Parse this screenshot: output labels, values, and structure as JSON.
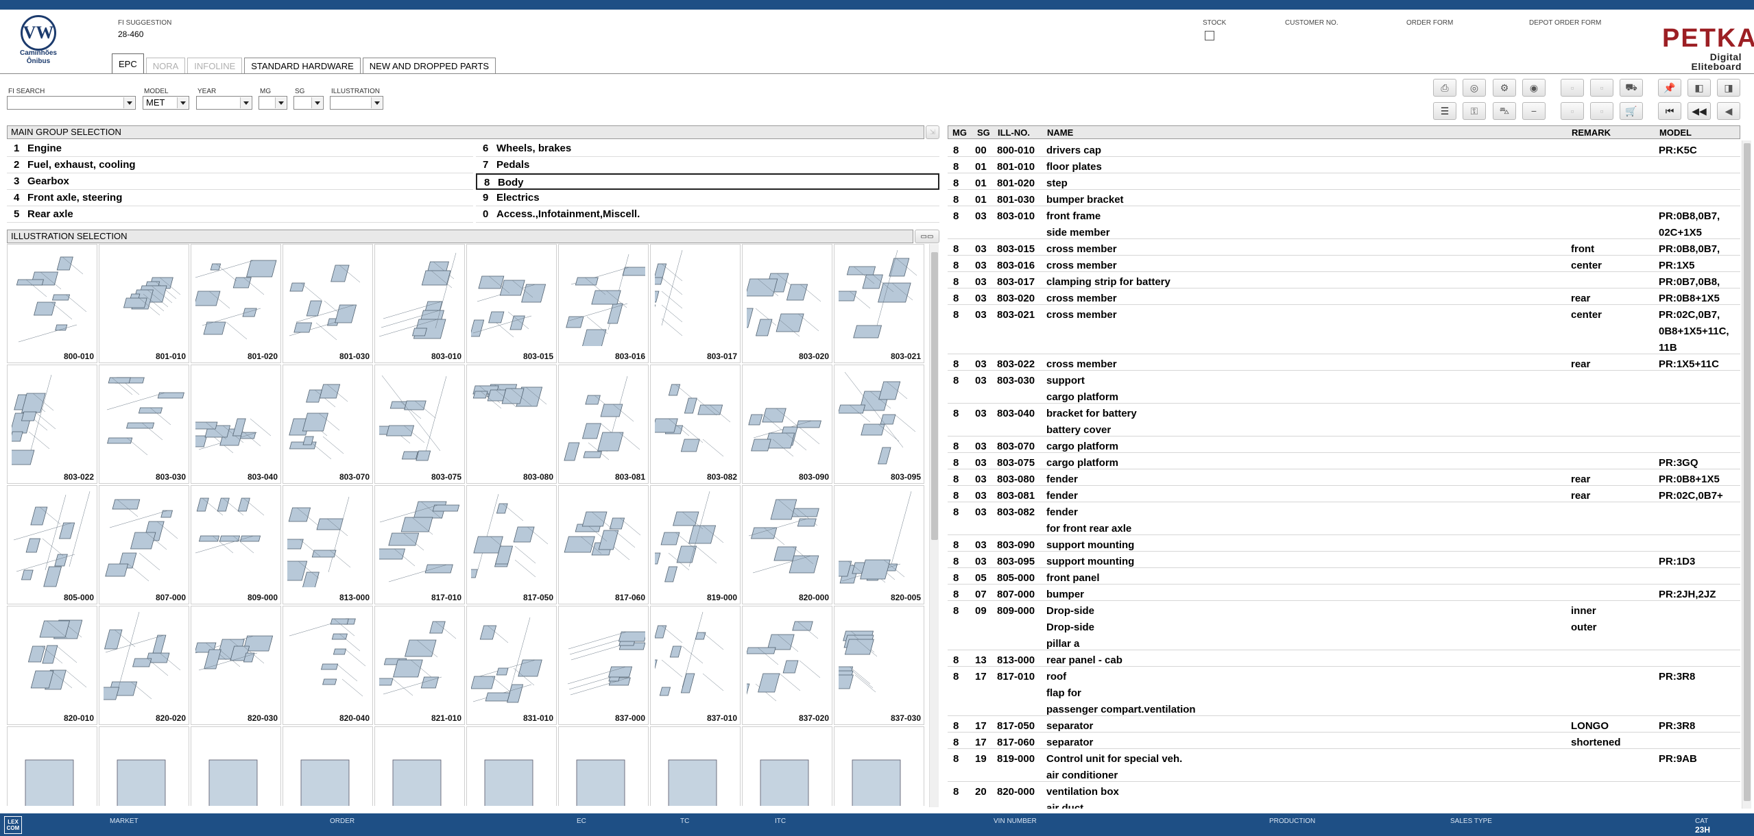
{
  "brand": {
    "logo_text": "VW",
    "logo_sub_line1": "Caminhões",
    "logo_sub_line2": "Ônibus",
    "product": "PETKA",
    "product_sub": "Digital Eliteboard"
  },
  "header": {
    "fi_suggestion_label": "FI SUGGESTION",
    "fi_suggestion_value": "28-460",
    "stock_label": "STOCK",
    "customer_label": "CUSTOMER NO.",
    "order_form_label": "ORDER FORM",
    "depot_order_label": "DEPOT ORDER FORM"
  },
  "tabs": [
    {
      "label": "EPC",
      "state": "active"
    },
    {
      "label": "NORA",
      "state": "disabled"
    },
    {
      "label": "INFOLINE",
      "state": "disabled"
    },
    {
      "label": "STANDARD HARDWARE",
      "state": "normal"
    },
    {
      "label": "NEW AND DROPPED PARTS",
      "state": "normal"
    }
  ],
  "filters": {
    "fi_search_label": "FI SEARCH",
    "fi_search_value": "",
    "model_label": "MODEL",
    "model_value": "MET",
    "year_label": "YEAR",
    "year_value": "",
    "mg_label": "MG",
    "mg_value": "",
    "sg_label": "SG",
    "sg_value": "",
    "illustration_label": "ILLUSTRATION",
    "illustration_value": ""
  },
  "toolbar_icons": [
    "print-icon",
    "search-part-icon",
    "vehicle-icon",
    "view-icon",
    "disabled-icon",
    "disabled-icon",
    "cart-icon",
    "pin-icon",
    "prev-page-icon",
    "next-page-icon",
    "list-icon",
    "key-icon",
    "car-icon",
    "minus-icon",
    "disabled-icon",
    "disabled-icon",
    "basket-icon",
    "first-icon",
    "back-icon",
    "prev-icon"
  ],
  "main_group": {
    "title": "MAIN GROUP SELECTION",
    "left": [
      {
        "num": "1",
        "label": "Engine"
      },
      {
        "num": "2",
        "label": "Fuel, exhaust, cooling"
      },
      {
        "num": "3",
        "label": "Gearbox"
      },
      {
        "num": "4",
        "label": "Front axle, steering"
      },
      {
        "num": "5",
        "label": "Rear axle"
      }
    ],
    "right": [
      {
        "num": "6",
        "label": "Wheels, brakes"
      },
      {
        "num": "7",
        "label": "Pedals"
      },
      {
        "num": "8",
        "label": "Body"
      },
      {
        "num": "9",
        "label": "Electrics"
      },
      {
        "num": "0",
        "label": "Access.,Infotainment,Miscell."
      }
    ],
    "selected": "8"
  },
  "illustration": {
    "title": "ILLUSTRATION SELECTION",
    "thumbnails": [
      "800-010",
      "801-010",
      "801-020",
      "801-030",
      "803-010",
      "803-015",
      "803-016",
      "803-017",
      "803-020",
      "803-021",
      "803-022",
      "803-030",
      "803-040",
      "803-070",
      "803-075",
      "803-080",
      "803-081",
      "803-082",
      "803-090",
      "803-095",
      "805-000",
      "807-000",
      "809-000",
      "813-000",
      "817-010",
      "817-050",
      "817-060",
      "819-000",
      "820-000",
      "820-005",
      "820-010",
      "820-020",
      "820-030",
      "820-040",
      "821-010",
      "831-010",
      "837-000",
      "837-010",
      "837-020",
      "837-030",
      "",
      "",
      "",
      "",
      "",
      "",
      "",
      "",
      "",
      ""
    ]
  },
  "parts_table": {
    "columns": {
      "mg": "MG",
      "sg": "SG",
      "ill": "ILL-NO.",
      "name": "NAME",
      "remark": "REMARK",
      "model": "MODEL"
    },
    "rows": [
      {
        "mg": "8",
        "sg": "00",
        "ill": "800-010",
        "name": "drivers cap",
        "remark": "",
        "model": "PR:K5C",
        "lines": 1
      },
      {
        "mg": "8",
        "sg": "01",
        "ill": "801-010",
        "name": "floor plates",
        "remark": "",
        "model": "",
        "lines": 1
      },
      {
        "mg": "8",
        "sg": "01",
        "ill": "801-020",
        "name": "step",
        "remark": "",
        "model": "",
        "lines": 1
      },
      {
        "mg": "8",
        "sg": "01",
        "ill": "801-030",
        "name": "bumper bracket",
        "remark": "",
        "model": "",
        "lines": 1
      },
      {
        "mg": "8",
        "sg": "03",
        "ill": "803-010",
        "name": "front frame\nside member",
        "remark": "",
        "model": "PR:0B8,0B7,\n02C+1X5",
        "lines": 2
      },
      {
        "mg": "8",
        "sg": "03",
        "ill": "803-015",
        "name": "cross member",
        "remark": "front",
        "model": "PR:0B8,0B7,",
        "lines": 1
      },
      {
        "mg": "8",
        "sg": "03",
        "ill": "803-016",
        "name": "cross member",
        "remark": "center",
        "model": "PR:1X5",
        "lines": 1
      },
      {
        "mg": "8",
        "sg": "03",
        "ill": "803-017",
        "name": "clamping strip for battery",
        "remark": "",
        "model": "PR:0B7,0B8,",
        "lines": 1
      },
      {
        "mg": "8",
        "sg": "03",
        "ill": "803-020",
        "name": "cross member",
        "remark": "rear",
        "model": "PR:0B8+1X5",
        "lines": 1
      },
      {
        "mg": "8",
        "sg": "03",
        "ill": "803-021",
        "name": "cross member",
        "remark": "center",
        "model": "PR:02C,0B7,\n0B8+1X5+11C,\n11B",
        "lines": 3
      },
      {
        "mg": "8",
        "sg": "03",
        "ill": "803-022",
        "name": "cross member",
        "remark": "rear",
        "model": "PR:1X5+11C",
        "lines": 1
      },
      {
        "mg": "8",
        "sg": "03",
        "ill": "803-030",
        "name": "support\ncargo platform",
        "remark": "",
        "model": "",
        "lines": 2
      },
      {
        "mg": "8",
        "sg": "03",
        "ill": "803-040",
        "name": "bracket for battery\nbattery cover",
        "remark": "",
        "model": "",
        "lines": 2
      },
      {
        "mg": "8",
        "sg": "03",
        "ill": "803-070",
        "name": "cargo platform",
        "remark": "",
        "model": "",
        "lines": 1
      },
      {
        "mg": "8",
        "sg": "03",
        "ill": "803-075",
        "name": "cargo platform",
        "remark": "",
        "model": "PR:3GQ",
        "lines": 1
      },
      {
        "mg": "8",
        "sg": "03",
        "ill": "803-080",
        "name": "fender",
        "remark": "rear",
        "model": "PR:0B8+1X5",
        "lines": 1
      },
      {
        "mg": "8",
        "sg": "03",
        "ill": "803-081",
        "name": "fender",
        "remark": "rear",
        "model": "PR:02C,0B7+",
        "lines": 1
      },
      {
        "mg": "8",
        "sg": "03",
        "ill": "803-082",
        "name": "fender\nfor front rear axle",
        "remark": "",
        "model": "",
        "lines": 2
      },
      {
        "mg": "8",
        "sg": "03",
        "ill": "803-090",
        "name": "support mounting",
        "remark": "",
        "model": "",
        "lines": 1
      },
      {
        "mg": "8",
        "sg": "03",
        "ill": "803-095",
        "name": "support mounting",
        "remark": "",
        "model": "PR:1D3",
        "lines": 1
      },
      {
        "mg": "8",
        "sg": "05",
        "ill": "805-000",
        "name": "front panel",
        "remark": "",
        "model": "",
        "lines": 1
      },
      {
        "mg": "8",
        "sg": "07",
        "ill": "807-000",
        "name": "bumper",
        "remark": "",
        "model": "PR:2JH,2JZ",
        "lines": 1
      },
      {
        "mg": "8",
        "sg": "09",
        "ill": "809-000",
        "name": "Drop-side\nDrop-side\npillar a",
        "remark": "inner\nouter",
        "model": "",
        "lines": 3
      },
      {
        "mg": "8",
        "sg": "13",
        "ill": "813-000",
        "name": "rear panel - cab",
        "remark": "",
        "model": "",
        "lines": 1
      },
      {
        "mg": "8",
        "sg": "17",
        "ill": "817-010",
        "name": "roof\nflap for\npassenger compart.ventilation",
        "remark": "",
        "model": "PR:3R8",
        "lines": 3
      },
      {
        "mg": "8",
        "sg": "17",
        "ill": "817-050",
        "name": "separator",
        "remark": "LONGO",
        "model": "PR:3R8",
        "lines": 1
      },
      {
        "mg": "8",
        "sg": "17",
        "ill": "817-060",
        "name": "separator",
        "remark": "shortened",
        "model": "",
        "lines": 1
      },
      {
        "mg": "8",
        "sg": "19",
        "ill": "819-000",
        "name": "Control unit for special veh.\nair conditioner",
        "remark": "",
        "model": "PR:9AB",
        "lines": 2
      },
      {
        "mg": "8",
        "sg": "20",
        "ill": "820-000",
        "name": "ventilation box\nair duct",
        "remark": "",
        "model": "",
        "lines": 2
      }
    ]
  },
  "footer": {
    "logo_text": "LEX COM",
    "market_label": "MARKET",
    "order_label": "ORDER",
    "ec_label": "EC",
    "tc_label": "TC",
    "itc_label": "ITC",
    "vin_label": "VIN NUMBER",
    "production_label": "PRODUCTION",
    "sales_type_label": "SALES TYPE",
    "cat_label": "CAT",
    "cat_value": "23H"
  }
}
